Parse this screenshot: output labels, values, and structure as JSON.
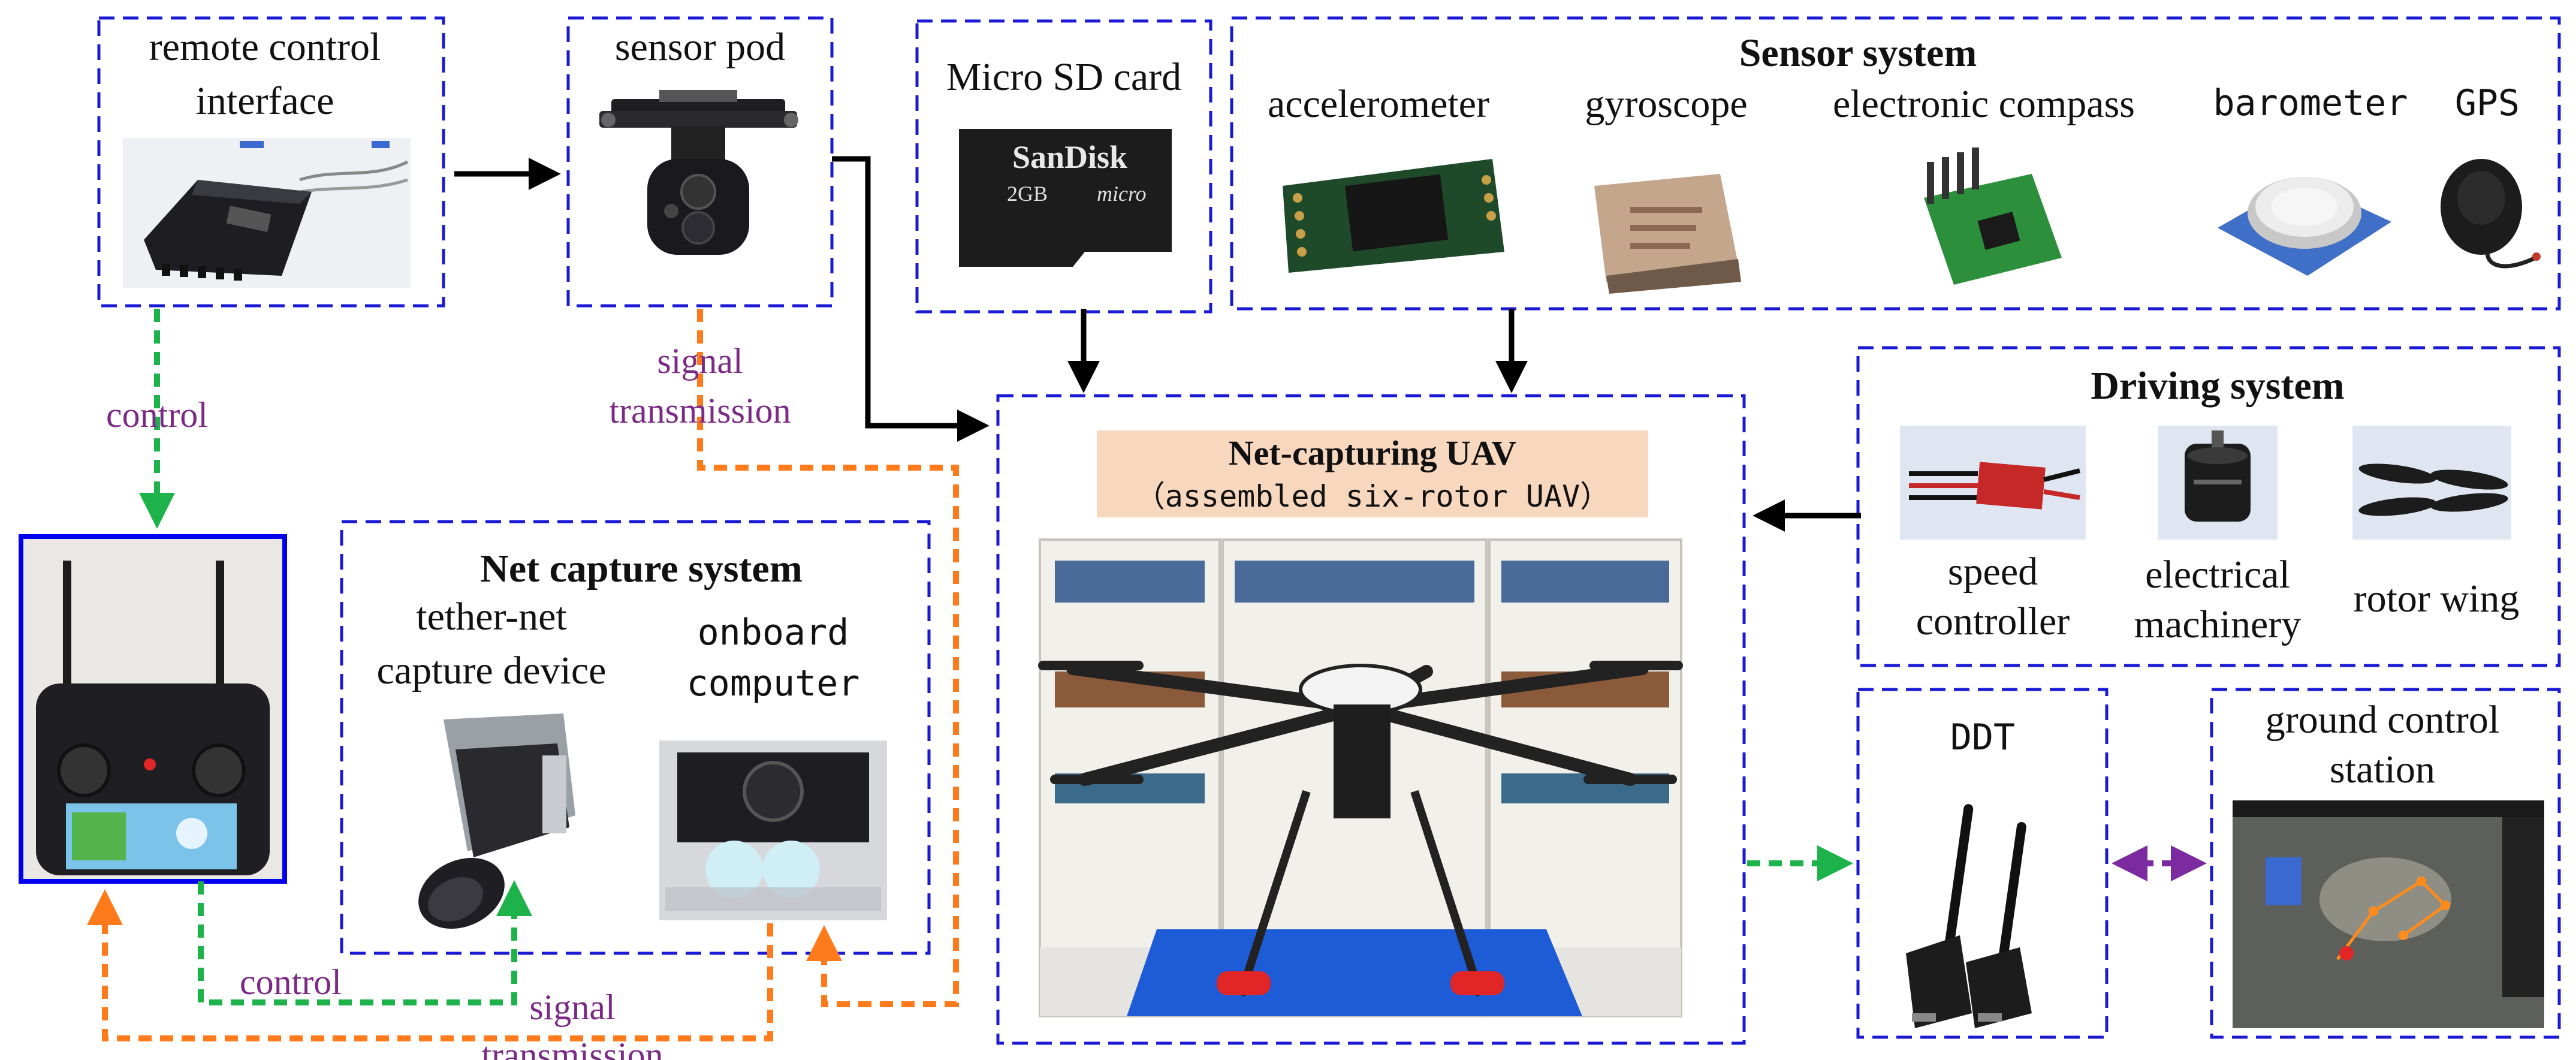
{
  "colors": {
    "dashed_border": "#1a1ad6",
    "solid_border": "#0000ee",
    "arrow_black": "#000000",
    "arrow_green": "#1db34a",
    "arrow_orange": "#ff7a1a",
    "arrow_purple": "#7b2aa0",
    "purple_text": "#7b2a86",
    "title_bg": "#f8d7bf"
  },
  "remote": {
    "label_line1": "remote control",
    "label_line2": "interface"
  },
  "pod": {
    "label": "sensor pod"
  },
  "sd": {
    "label": "Micro SD card",
    "brand": "SanDisk",
    "capacity": "2GB",
    "micro": "micro"
  },
  "sensors": {
    "title": "Sensor system",
    "accelerometer": "accelerometer",
    "gyroscope": "gyroscope",
    "compass": "electronic compass",
    "barometer": "barometer",
    "gps": "GPS"
  },
  "uav": {
    "title": "Net-capturing UAV",
    "subtitle": "（assembled six-rotor UAV）"
  },
  "driving": {
    "title": "Driving system",
    "speed_line1": "speed",
    "speed_line2": "controller",
    "machinery_line1": "electrical",
    "machinery_line2": "machinery",
    "rotor": "rotor wing"
  },
  "net": {
    "title": "Net capture system",
    "tether_line1": "tether-net",
    "tether_line2": "capture device",
    "computer_line1": "onboard",
    "computer_line2": "computer"
  },
  "ddt": {
    "label": "DDT"
  },
  "gcs": {
    "label_line1": "ground control",
    "label_line2": "station"
  },
  "links": {
    "control_top": "control",
    "control_bottom": "control",
    "signal_top_line1": "signal",
    "signal_top_line2": "transmission",
    "signal_bottom_line1": "signal",
    "signal_bottom_line2": "transmission"
  }
}
